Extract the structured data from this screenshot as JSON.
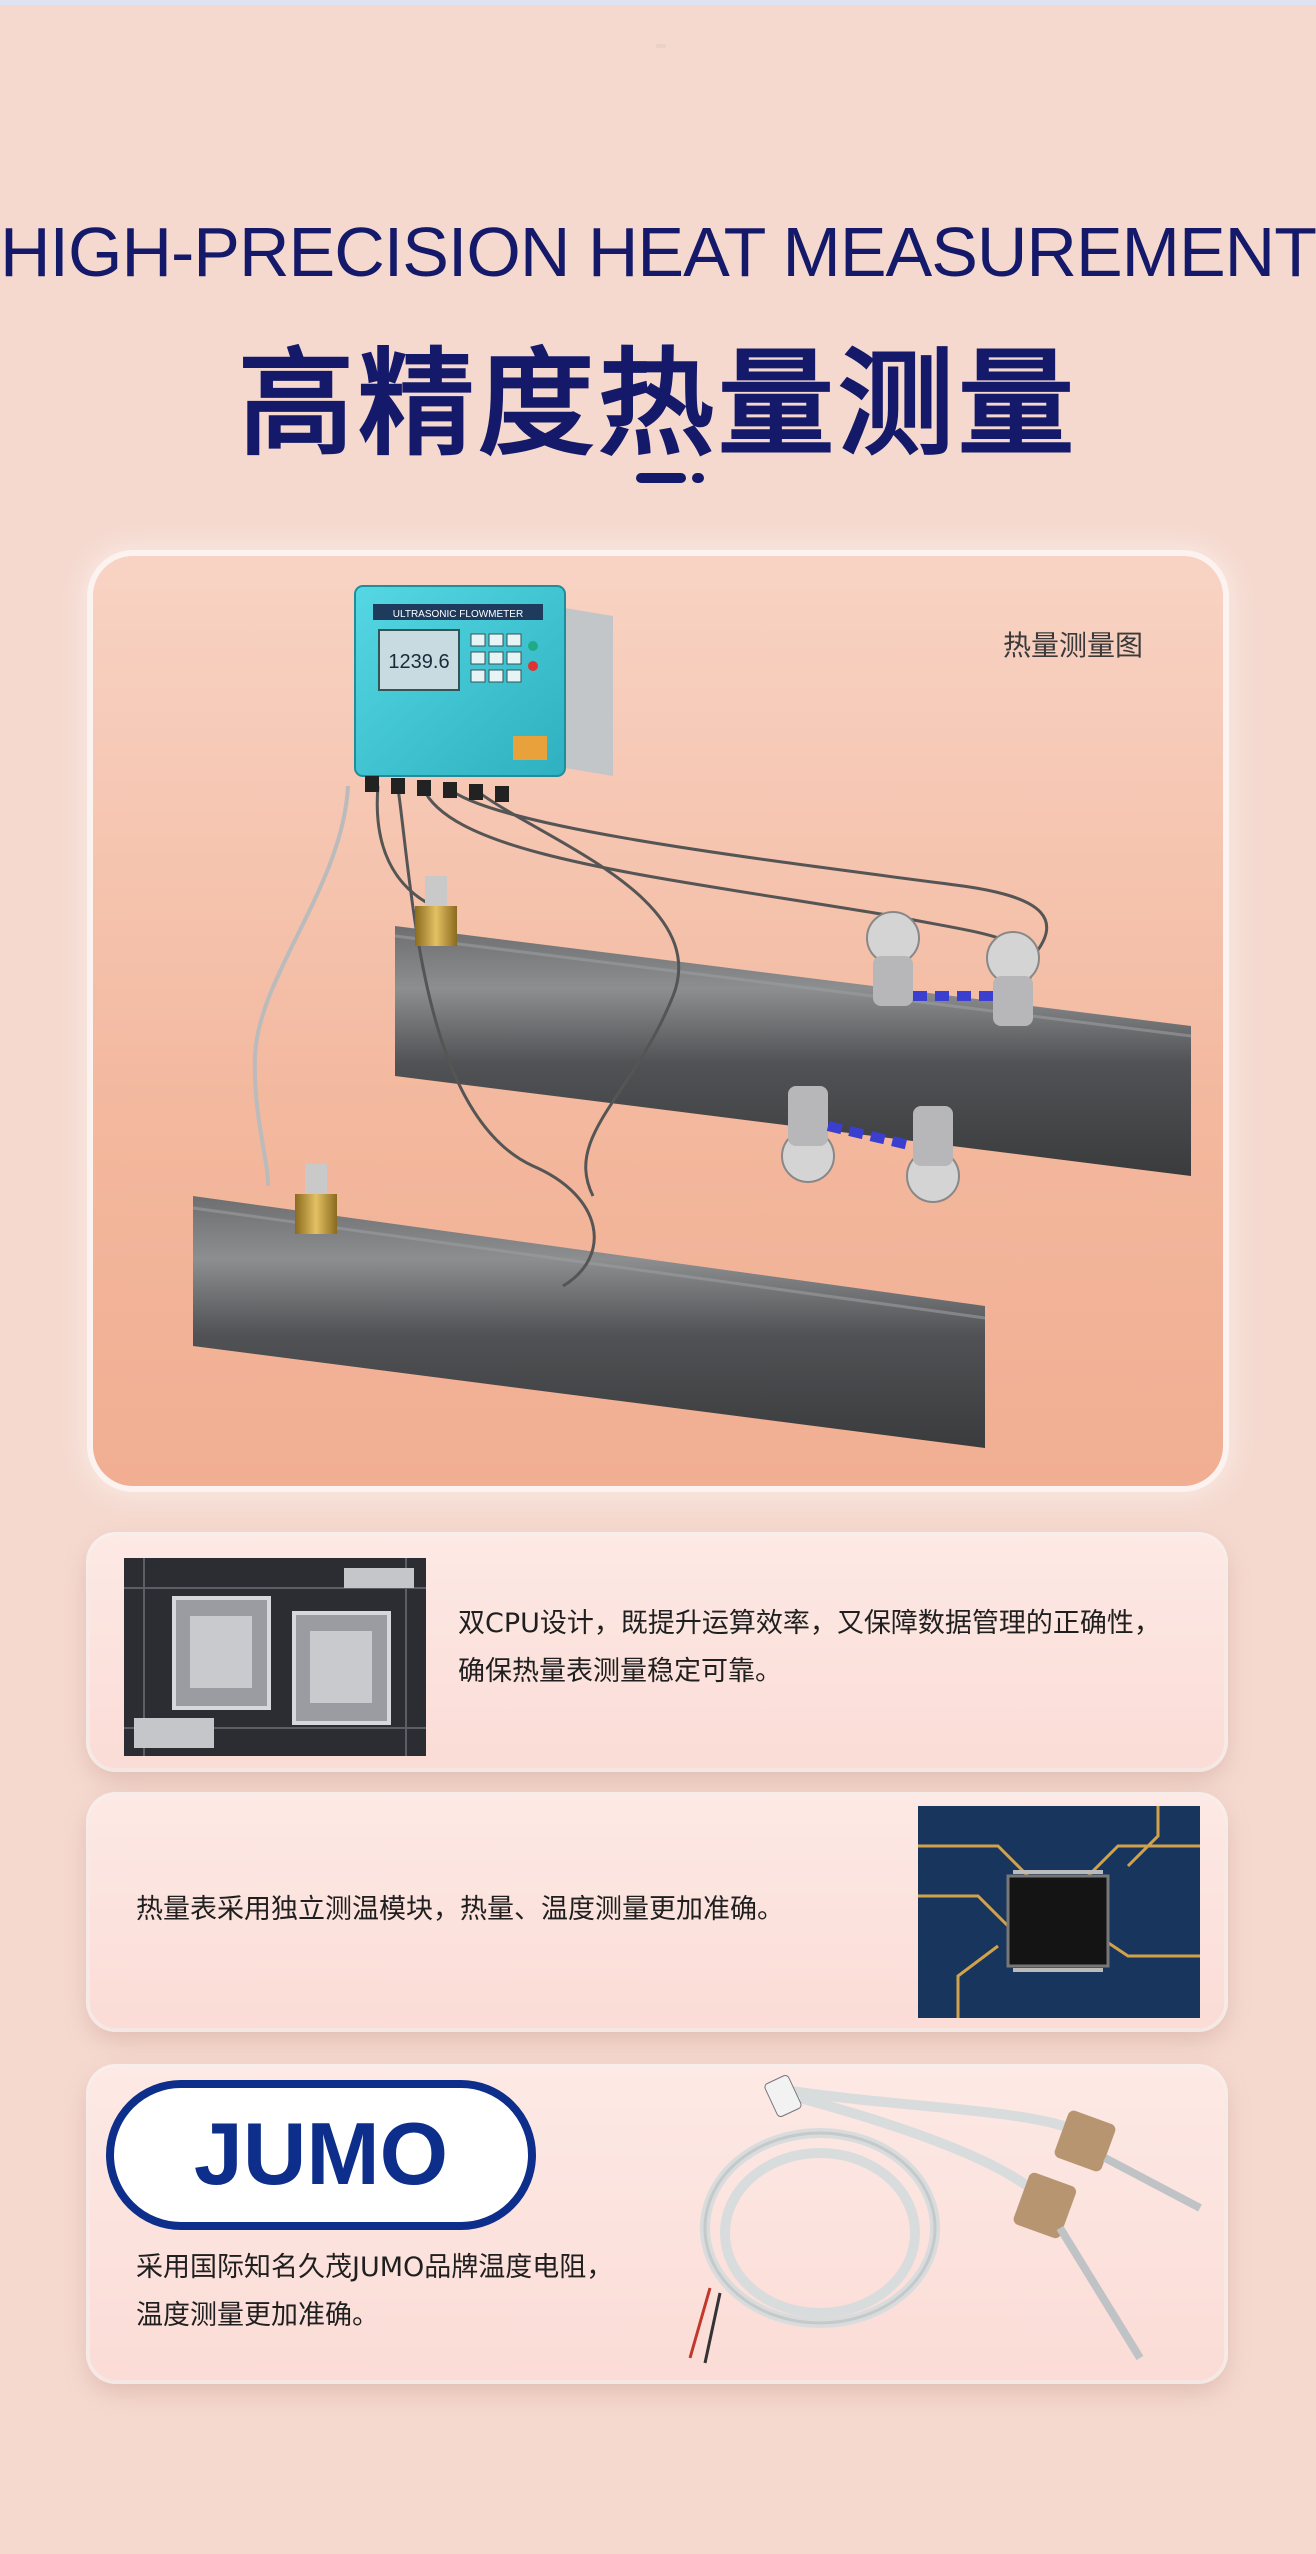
{
  "heading": {
    "en": "HIGH-PRECISION HEAT MEASUREMENT",
    "zh": "高精度热量测量"
  },
  "hero": {
    "label": "热量测量图",
    "device_title": "ULTRASONIC FLOWMETER",
    "display_value": "1239.6"
  },
  "features": [
    {
      "lines": [
        "双CPU设计，既提升运算效率，又保障数据管理的正确性，",
        "确保热量表测量稳定可靠。"
      ]
    },
    {
      "lines": [
        "热量表采用独立测温模块，热量、温度测量更加准确。"
      ]
    },
    {
      "lines": [
        "采用国际知名久茂JUMO品牌温度电阻，",
        "温度测量更加准确。"
      ],
      "logo_text": "JUMO"
    }
  ],
  "colors": {
    "background": "#f5d9cf",
    "heading": "#14196a",
    "device": "#3cc9d6"
  },
  "icons": [
    "title-divider-icon",
    "cpu-board-image",
    "circuit-chip-image",
    "temperature-sensor-image",
    "jumo-logo"
  ]
}
